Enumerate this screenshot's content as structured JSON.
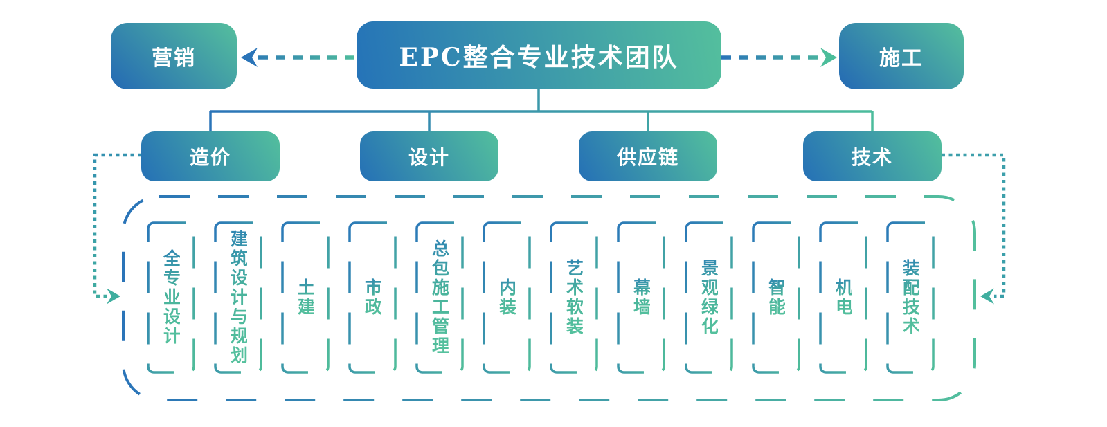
{
  "diagram": {
    "root": {
      "label": "EPC整合专业技术团队"
    },
    "marketing": {
      "label": "营销"
    },
    "construction": {
      "label": "施工"
    },
    "branches": [
      {
        "label": "造价"
      },
      {
        "label": "设计"
      },
      {
        "label": "供应链"
      },
      {
        "label": "技术"
      }
    ],
    "specialties": [
      {
        "label": "全专业设计"
      },
      {
        "label": "建筑设计与规划"
      },
      {
        "label": "土建"
      },
      {
        "label": "市政"
      },
      {
        "label": "总包施工管理"
      },
      {
        "label": "内装"
      },
      {
        "label": "艺术软装"
      },
      {
        "label": "幕墙"
      },
      {
        "label": "景观绿化"
      },
      {
        "label": "智能"
      },
      {
        "label": "机电"
      },
      {
        "label": "装配技术"
      }
    ],
    "colors": {
      "blue": "#2573b8",
      "green": "#53bf9d",
      "teal_text": "#49b39c"
    }
  }
}
